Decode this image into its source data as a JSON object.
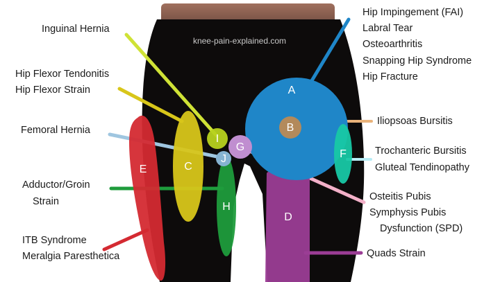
{
  "watermark": "knee-pain-explained.com",
  "zones": {
    "A": {
      "letter": "A",
      "color": "#1f86c8"
    },
    "B": {
      "letter": "B",
      "color": "#b38a5b"
    },
    "C": {
      "letter": "C",
      "color": "#d8c61a"
    },
    "D": {
      "letter": "D",
      "color": "#9b3d95"
    },
    "E": {
      "letter": "E",
      "color": "#d42a32"
    },
    "F": {
      "letter": "F",
      "color": "#18c8a5"
    },
    "G": {
      "letter": "G",
      "color": "#c08ed0"
    },
    "H": {
      "letter": "H",
      "color": "#1f9c3c"
    },
    "I": {
      "letter": "I",
      "color": "#b7d21f"
    },
    "J": {
      "letter": "J",
      "color": "#86b3d2"
    }
  },
  "labels": {
    "inguinal": "Inguinal Hernia",
    "hip_flexor": [
      "Hip Flexor Tendonitis",
      "Hip Flexor Strain"
    ],
    "femoral": "Femoral Hernia",
    "adductor": [
      "Adductor/Groin",
      "Strain"
    ],
    "itb": [
      "ITB Syndrome",
      "Meralgia Paresthetica"
    ],
    "hip_group": [
      "Hip Impingement (FAI)",
      "Labral Tear",
      "Osteoarthritis",
      "Snapping Hip Syndrome",
      "Hip Fracture"
    ],
    "iliopsoas": "Iliopsoas Bursitis",
    "trochanteric": [
      "Trochanteric Bursitis",
      "Gluteal Tendinopathy"
    ],
    "osteitis": [
      "Osteitis Pubis",
      "Symphysis Pubis",
      "Dysfunction (SPD)"
    ],
    "quads": "Quads Strain"
  }
}
